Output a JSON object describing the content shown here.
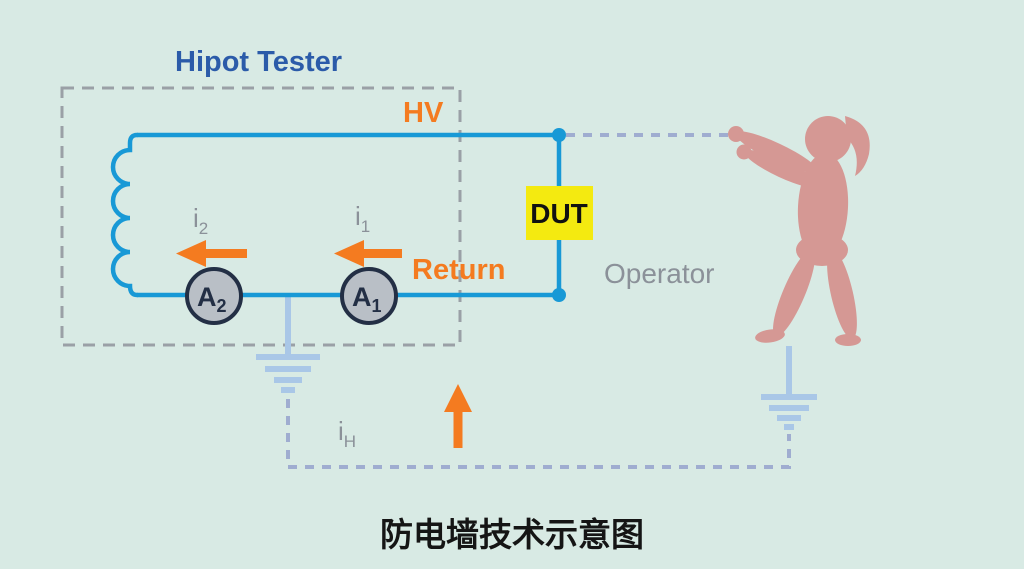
{
  "diagram": {
    "tester_box_label": "Hipot Tester",
    "hv_label": "HV",
    "return_label": "Return",
    "dut_label": "DUT",
    "operator_label": "Operator",
    "ammeters": [
      {
        "base": "A",
        "sub": "2"
      },
      {
        "base": "A",
        "sub": "1"
      }
    ],
    "currents": {
      "i2": {
        "base": "i",
        "sub": "2"
      },
      "i1": {
        "base": "i",
        "sub": "1"
      },
      "ih": {
        "base": "i",
        "sub": "H"
      }
    },
    "caption": "防电墙技术示意图"
  },
  "colors": {
    "background": "#d8eae4",
    "circuit_blue": "#1899d6",
    "accent_orange": "#f47b20",
    "dut_yellow": "#f4ea10",
    "tester_label_blue": "#2b5ba9",
    "gray_text": "#8b9199",
    "ground_light_blue": "#a9c7e7",
    "dashed_box_gray": "#9aa0a6",
    "dashed_path_blue_gray": "#9fadd0",
    "operator_pink": "#d59894",
    "ammeter_fill": "#b9bfc6",
    "ammeter_stroke": "#232f45",
    "caption_color": "#151515"
  }
}
